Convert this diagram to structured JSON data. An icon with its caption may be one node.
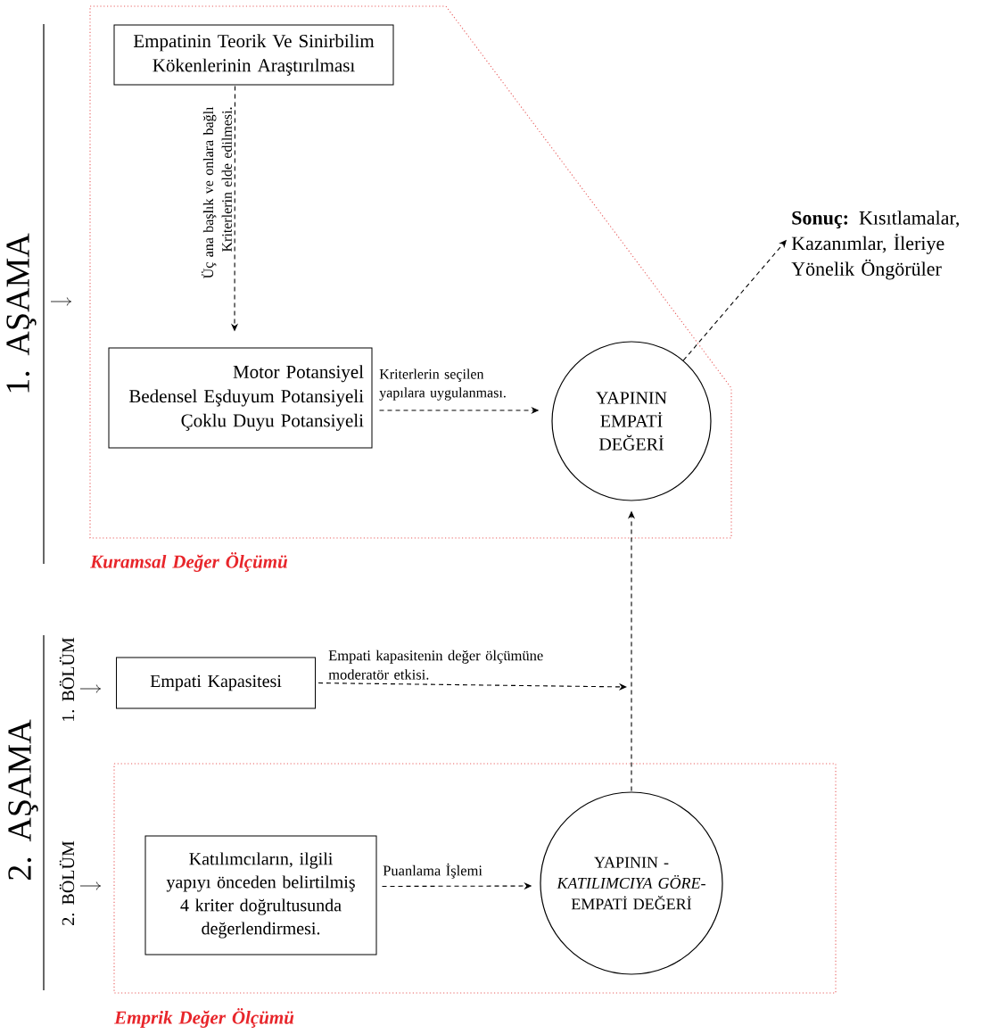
{
  "diagram": {
    "nodes": [
      {
        "text": [
          "Kuramsal Değer Ölçümü"
        ]
      },
      {
        "text": [
          "Empatinin Teorik Ve Sinirbilim Kökenlerinin Araştırılması"
        ],
        "in": 0
      },
      {
        "text": [
          "Motor Potansiyel",
          "Bedensel Eşduyum Potansiyeli",
          "Çoklu Duyu Potansiyeli"
        ],
        "in": 0
      },
      {
        "text": [
          "YAPININ EMPATİ DEĞERİ"
        ],
        "in": 0
      },
      {
        "text": [
          "**Sonuç:** Kısıtlamalar, Kazanımlar, İleriye Yönelik Öngörüler"
        ]
      },
      {
        "text": [
          "Empati Kapasitesi"
        ]
      },
      {
        "text": [
          "Emprik Değer Ölçümü"
        ]
      },
      {
        "text": [
          "Katılımcıların, ilgili yapıyı önceden belirtilmiş 4 kriter doğrultusunda değerlendirmesi."
        ],
        "in": 6
      },
      {
        "text": [
          "YAPININ *-KATILIMCIYA GÖRE-* EMPATİ DEĞERİ"
        ],
        "in": 6
      }
    ],
    "edges": [
      {
        "from": 1,
        "to": 2,
        "arrow": "to",
        "style": "dashed",
        "label": "Üç ana başlık ve onlara bağlı Kriterlerin elde edilmesi."
      },
      {
        "from": 2,
        "to": 3,
        "arrow": "to",
        "style": "dashed",
        "label": "Kriterlerin seçilen yapılara uygulanması."
      },
      {
        "from": 3,
        "to": 4,
        "arrow": "to",
        "style": "dashed"
      },
      {
        "from": 5,
        "to": null,
        "arrow": "to",
        "style": "dashed",
        "label": "Empati kapasitenin değer ölçümüne moderatör etkisi."
      },
      {
        "from": 8,
        "to": 3,
        "arrow": "to",
        "style": "dashed"
      },
      {
        "from": 7,
        "to": 8,
        "arrow": "to",
        "style": "dashed",
        "label": "Puanlama İşlemi"
      }
    ],
    "labels": [
      "1. AŞAMA",
      "2. AŞAMA",
      "1. BÖLÜM",
      "2. BÖLÜM"
    ]
  }
}
